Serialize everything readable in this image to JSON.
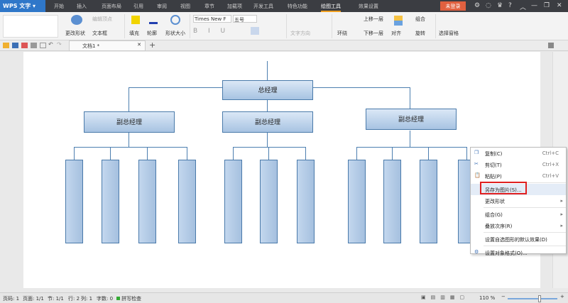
{
  "app": {
    "name": "WPS 文字",
    "login": "未登录"
  },
  "menu_tabs": [
    "开始",
    "插入",
    "页面布局",
    "引用",
    "审阅",
    "视图",
    "章节",
    "加载项",
    "开发工具",
    "特色功能",
    "绘图工具",
    "效果设置"
  ],
  "active_tab": "绘图工具",
  "ribbon": {
    "change_shape": "更改形状",
    "edit_vertex": "编辑顶点",
    "text_box": "文本框",
    "fill": "填充",
    "outline": "轮廓",
    "shape_size": "形状大小",
    "font_name": "Times New F",
    "font_size": "五号",
    "text_direction": "文字方向",
    "wrap": "环绕",
    "bring_forward": "上移一层",
    "send_backward": "下移一层",
    "align": "对齐",
    "group": "组合",
    "rotate": "旋转",
    "selection_pane": "选择窗格"
  },
  "doc_tab": {
    "title": "文档1 *"
  },
  "chart": {
    "top": "总经理",
    "second": [
      "副总经理",
      "副总经理",
      "副总经理"
    ]
  },
  "context_menu": {
    "items": [
      {
        "label": "复制(C)",
        "shortcut": "Ctrl+C",
        "icon": "copy-icon"
      },
      {
        "label": "剪切(T)",
        "shortcut": "Ctrl+X",
        "icon": "cut-icon"
      },
      {
        "label": "粘贴(P)",
        "shortcut": "Ctrl+V",
        "icon": "paste-icon"
      },
      {
        "label": "另存为图片(S)...",
        "highlighted": true
      },
      {
        "label": "更改形状",
        "submenu": true
      },
      {
        "label": "组合(G)",
        "submenu": true
      },
      {
        "label": "叠放次序(R)",
        "submenu": true
      },
      {
        "label": "设置自选图形的默认效果(D)"
      },
      {
        "label": "设置对象格式(O)...",
        "icon": "format-icon"
      }
    ]
  },
  "status": {
    "page": "页码: 1",
    "pages": "页面: 1/1",
    "section": "节: 1/1",
    "row": "行: 2",
    "col": "列: 1",
    "words": "字数: 0",
    "spell": "拼写检查",
    "zoom": "110 %"
  },
  "zoom_level_percent": 110,
  "colors": {
    "title_bar": "#3b3d42",
    "app_button": "#2f77c9",
    "login": "#e0603f",
    "highlight_box": "#e02020",
    "shape_fill": "#a7c3e2"
  }
}
